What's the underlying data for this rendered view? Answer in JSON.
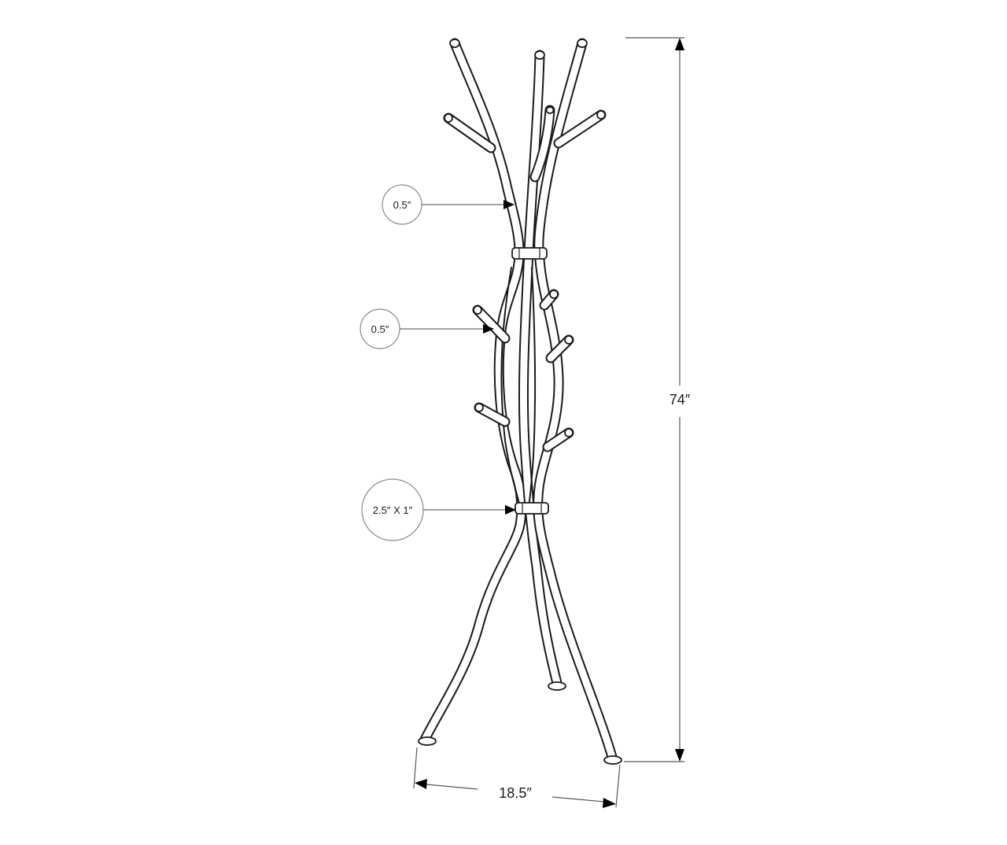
{
  "diagram": {
    "subject": "Branch-style coat rack with tripod base — dimension drawing",
    "callouts": [
      {
        "id": "hook-top",
        "label": "0.5″",
        "description": "Upper branch tube diameter"
      },
      {
        "id": "hook-mid",
        "label": "0.5″",
        "description": "Hook peg diameter"
      },
      {
        "id": "collar-bottom",
        "label": "2.5″ X 1″",
        "description": "Lower collar size"
      }
    ],
    "dimensions": {
      "height": {
        "label": "74″",
        "orientation": "vertical"
      },
      "base_width": {
        "label": "18.5″",
        "orientation": "horizontal"
      }
    },
    "colors": {
      "line": "#1a1a1a",
      "dimension_line": "#555555",
      "callout_circle": "#8a8a8a",
      "background": "#ffffff"
    }
  }
}
